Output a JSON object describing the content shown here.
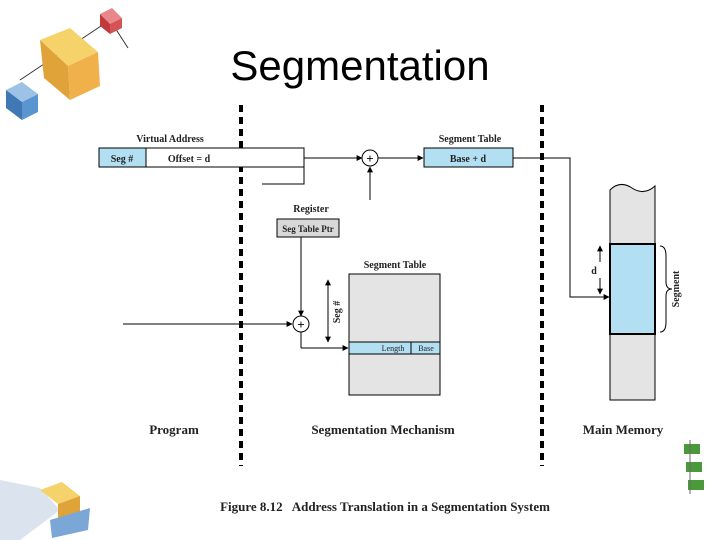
{
  "slide": {
    "title": "Segmentation"
  },
  "diagram": {
    "virtual_address_label": "Virtual Address",
    "seg_field": "Seg #",
    "offset_field": "Offset = d",
    "segment_table_top_label": "Segment Table",
    "base_plus_d": "Base + d",
    "register_label": "Register",
    "seg_table_ptr": "Seg Table Ptr",
    "segment_table_label": "Segment Table",
    "seg_hash_vertical": "Seg #",
    "length_field": "Length",
    "base_field": "Base",
    "d_label": "d",
    "segment_vertical": "Segment",
    "plus_symbol": "+",
    "program_label": "Program",
    "mechanism_label": "Segmentation Mechanism",
    "memory_label": "Main Memory",
    "caption": "Figure 8.12   Address Translation in a Segmentation System"
  },
  "colors": {
    "highlight": "#b3dff2",
    "table_fill": "#e4e4e4",
    "dash": "#000000"
  }
}
